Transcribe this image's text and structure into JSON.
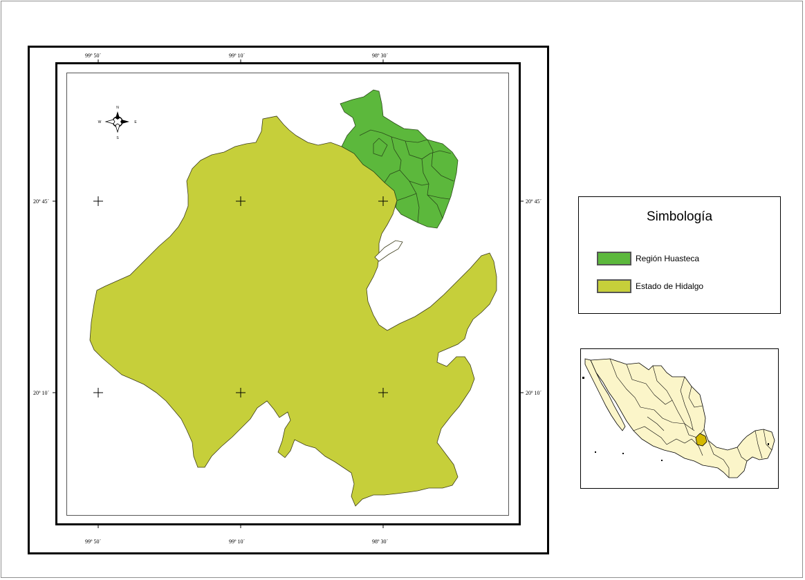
{
  "map": {
    "top_ticks": [
      "99º 50´",
      "99º 10´",
      "98º 30´"
    ],
    "bottom_ticks": [
      "99º 50´",
      "99º 10´",
      "98º 30´"
    ],
    "left_ticks": [
      "20º 45´",
      "20º 10´"
    ],
    "right_ticks": [
      "20º 45´",
      "20º 10´"
    ],
    "compass": {
      "north": "N",
      "south": "S",
      "west": "W",
      "east": "E"
    }
  },
  "legend": {
    "title": "Simbología",
    "items": [
      {
        "label": "Región Huasteca",
        "color": "#5cb83c",
        "border": "#5a5a5a"
      },
      {
        "label": "Estado de Hidalgo",
        "color": "#c6cf3a",
        "border": "#5a5a5a"
      }
    ]
  },
  "colors": {
    "hidalgo": "#c6cf3a",
    "huasteca": "#5cb83c",
    "mexico": "#fbf5c9",
    "highlight": "#d4b800"
  }
}
